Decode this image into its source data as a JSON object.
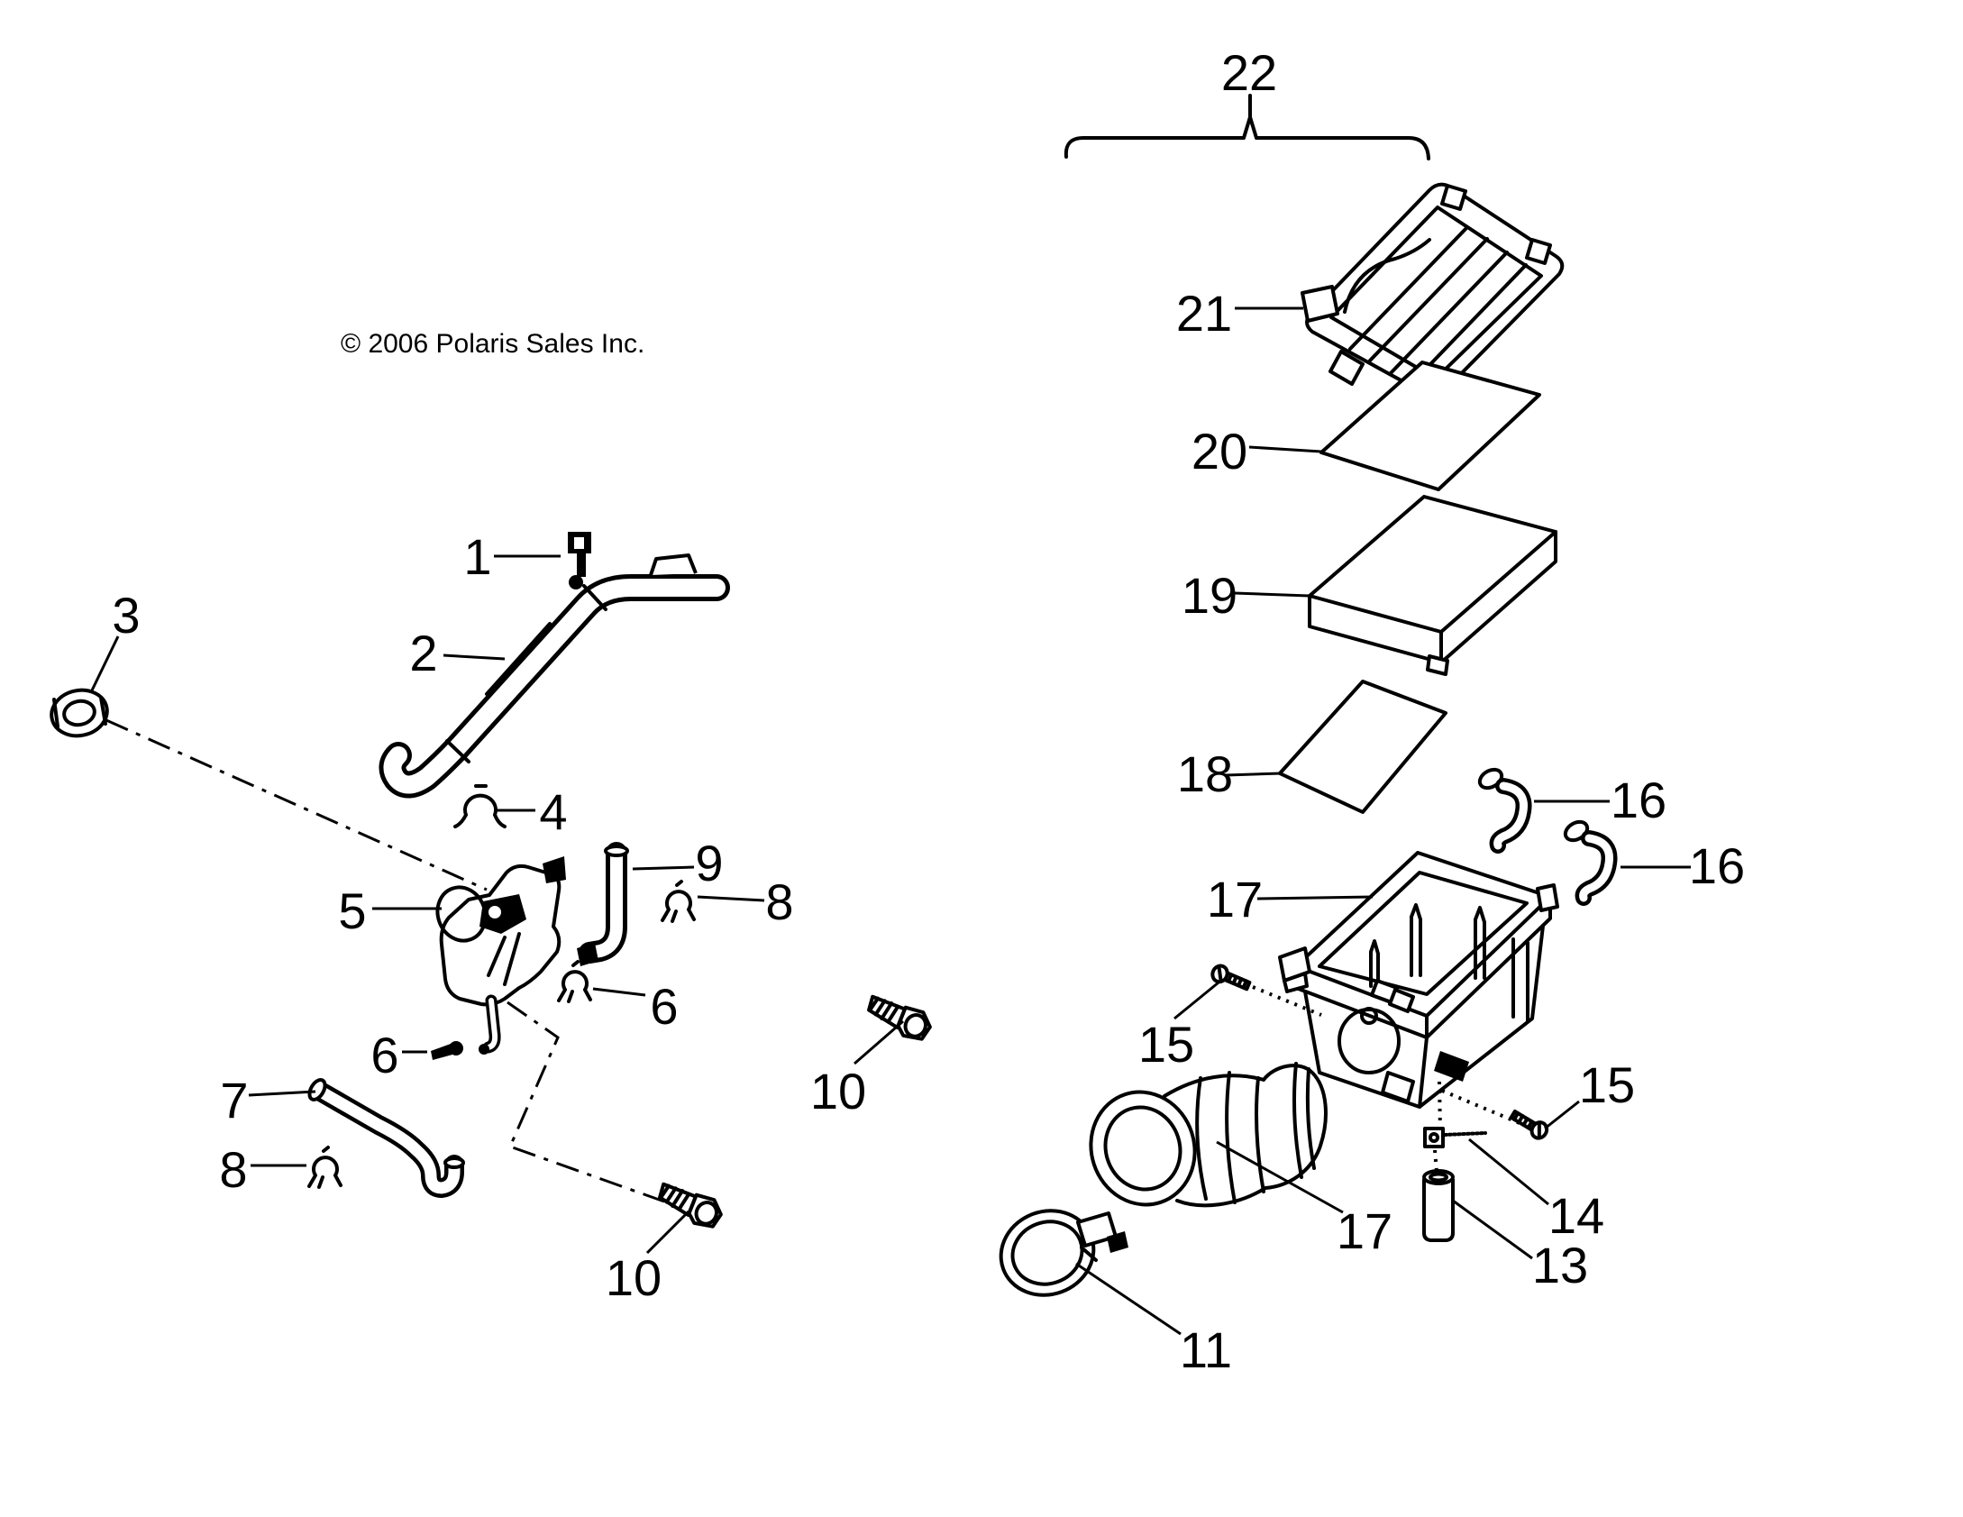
{
  "copyright": "© 2006 Polaris Sales Inc.",
  "labels": {
    "part1": "1",
    "part2": "2",
    "part3": "3",
    "part4": "4",
    "part5": "5",
    "part6_left": "6",
    "part6_right": "6",
    "part7": "7",
    "part8_top": "8",
    "part8_bottom": "8",
    "part9": "9",
    "part10_top": "10",
    "part10_bottom": "10",
    "part11": "11",
    "part13": "13",
    "part14": "14",
    "part15_left": "15",
    "part15_right": "15",
    "part16_upper": "16",
    "part16_lower": "16",
    "part17_box": "17",
    "part17_duct": "17",
    "part18": "18",
    "part19": "19",
    "part20": "20",
    "part21": "21",
    "part22": "22"
  }
}
